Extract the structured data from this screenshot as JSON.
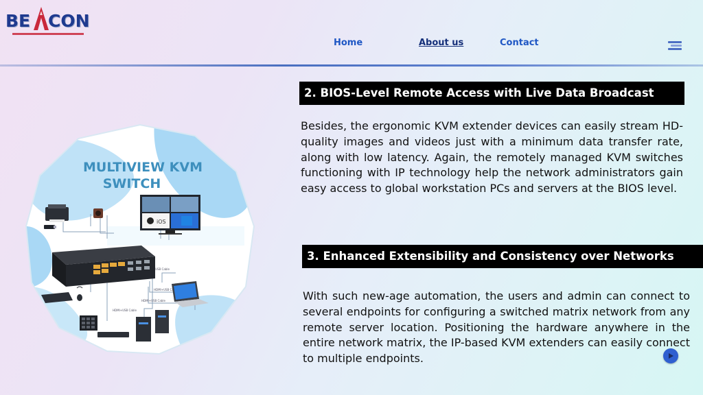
{
  "brand": {
    "logo_left": "BE",
    "logo_right": "CON",
    "logo_full": "BEACON"
  },
  "nav": {
    "home": "Home",
    "about": "About us",
    "contact": "Contact"
  },
  "illustration": {
    "title_line1": "MULTIVIEW KVM",
    "title_line2": "SWITCH",
    "cable_labels": [
      "HDMI+USB Cable",
      "HDMI+USB Cable",
      "HDMI+USB Cable",
      "HDMI+USB Cable"
    ],
    "monitor_text": "iOS"
  },
  "sections": [
    {
      "heading": "2. BIOS-Level Remote Access with Live Data Broadcast",
      "body": "Besides, the ergonomic KVM extender devices can easily stream HD-quality images and videos just with a minimum data transfer rate, along with low latency. Again, the remotely managed KVM switches functioning with IP technology help the network administrators gain easy access to global workstation PCs and servers at the BIOS level."
    },
    {
      "heading": "3. Enhanced Extensibility and Consistency over Networks",
      "body": "With such new-age automation, the users and admin can connect to several endpoints for configuring a switched matrix network from any remote server location. Positioning the hardware anywhere in the entire network matrix, the IP-based KVM extenders can easily connect to multiple endpoints."
    }
  ],
  "icons": {
    "menu": "hamburger-menu-icon",
    "scroll": "arrow-right-circle-icon"
  },
  "colors": {
    "accent": "#1f57c4",
    "heading_bg": "#000000",
    "heading_text": "#ffffff",
    "logo": "#1f3a8f",
    "logo_mark": "#c9283b"
  }
}
